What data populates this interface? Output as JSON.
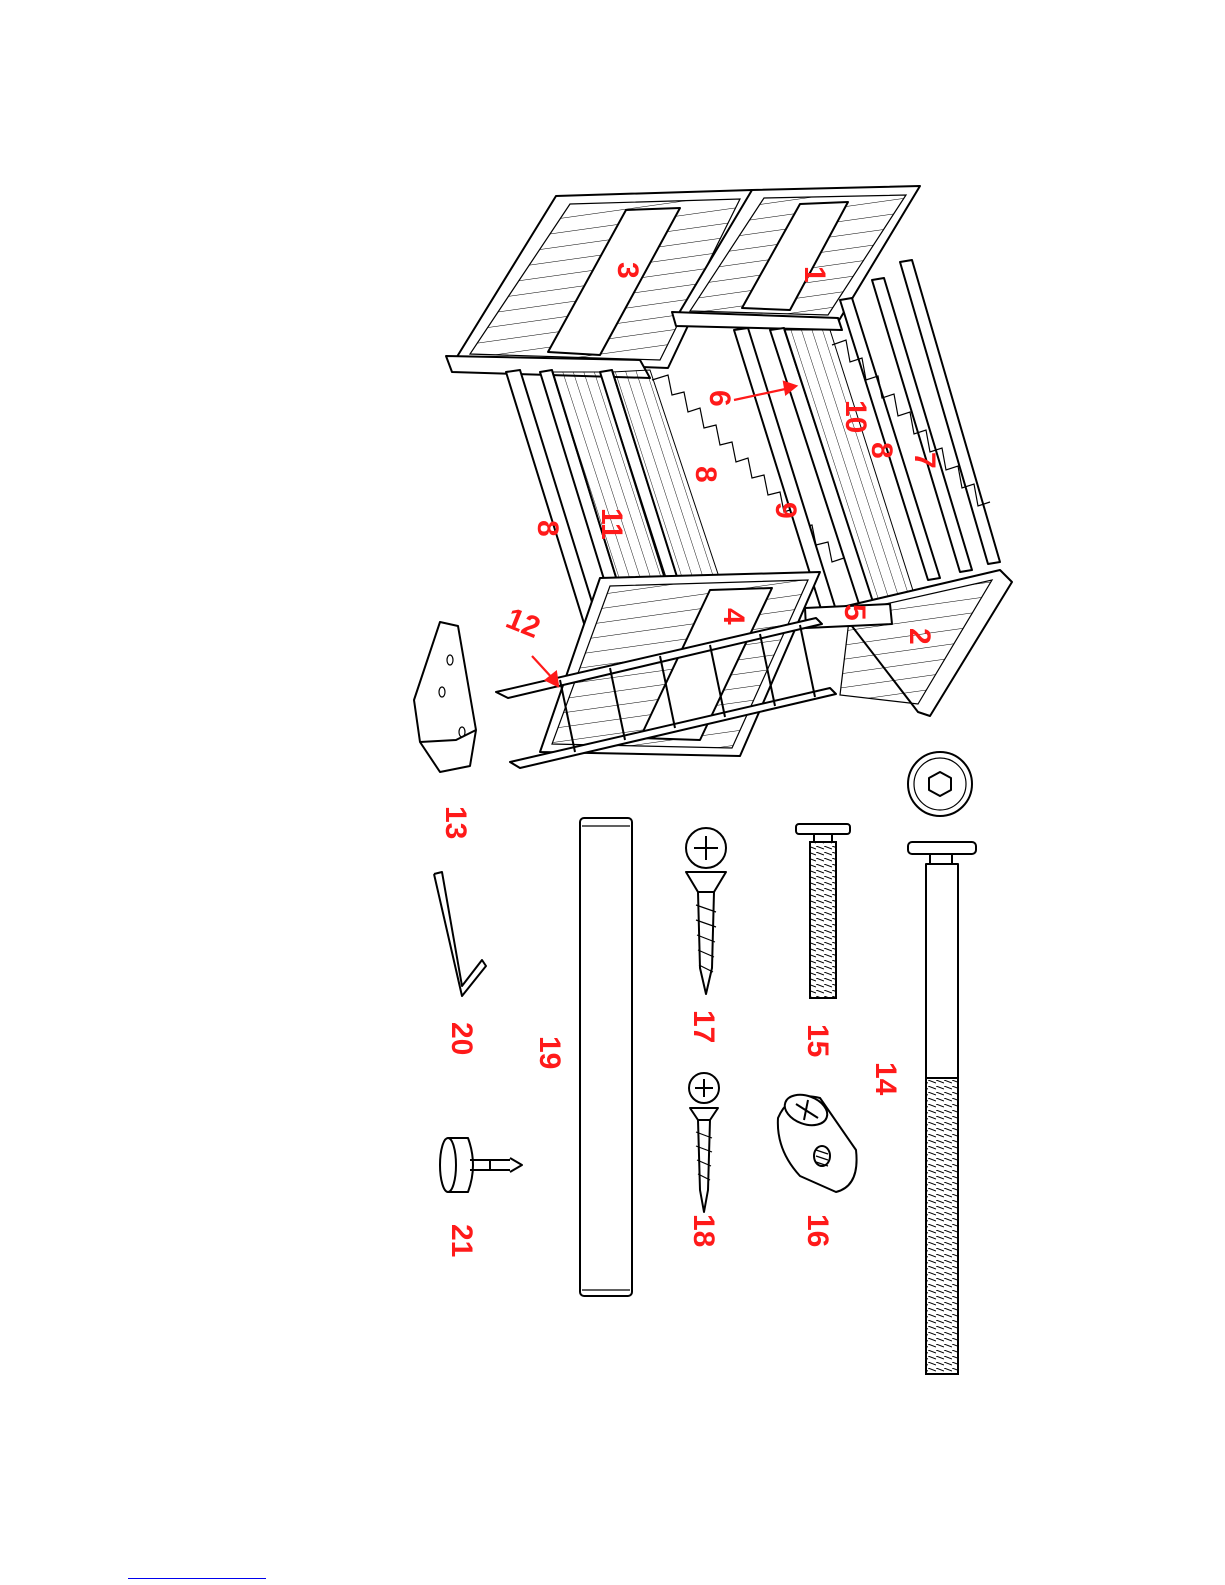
{
  "diagram": {
    "labels": {
      "p1": "1",
      "p2": "2",
      "p3": "3",
      "p4": "4",
      "p5": "5",
      "p6": "6",
      "p7": "7",
      "p8a": "8",
      "p8b": "8",
      "p8c": "8",
      "p9": "9",
      "p10": "10",
      "p11": "11",
      "p12": "12",
      "p13": "13",
      "p14": "14",
      "p15": "15",
      "p16": "16",
      "p17": "17",
      "p18": "18",
      "p19": "19",
      "p20": "20",
      "p21": "21"
    },
    "colors": {
      "label": "#ff1a1a",
      "line": "#000000",
      "footnote_rule": "#0000ee"
    }
  }
}
